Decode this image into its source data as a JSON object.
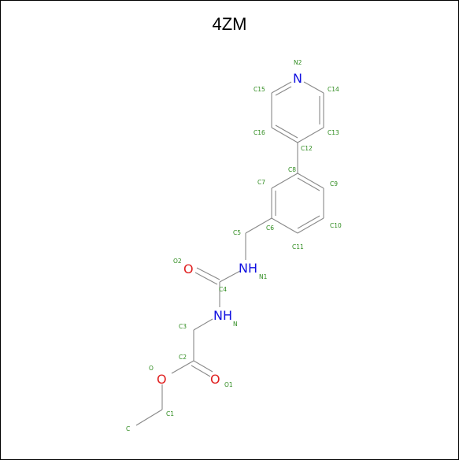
{
  "title": "4ZM",
  "colors": {
    "bond": "#888888",
    "carbon_label": "#2e8b1e",
    "nitrogen": "#1010e0",
    "oxygen": "#e02020"
  },
  "atom_symbols": {
    "N2": "N",
    "N1": "NH",
    "N": "NH",
    "O2": "O",
    "O1": "O",
    "O": "O"
  },
  "atom_labels": {
    "N2": "N2",
    "C15": "C15",
    "C14": "C14",
    "C16": "C16",
    "C13": "C13",
    "C12": "C12",
    "C8": "C8",
    "C7": "C7",
    "C9": "C9",
    "C6": "C6",
    "C5": "C5",
    "C10": "C10",
    "C11": "C11",
    "O2": "O2",
    "N1": "N1",
    "C4": "C4",
    "C3": "C3",
    "N": "N",
    "C2": "C2",
    "O": "O",
    "O1": "O1",
    "C1": "C1",
    "C": "C"
  }
}
